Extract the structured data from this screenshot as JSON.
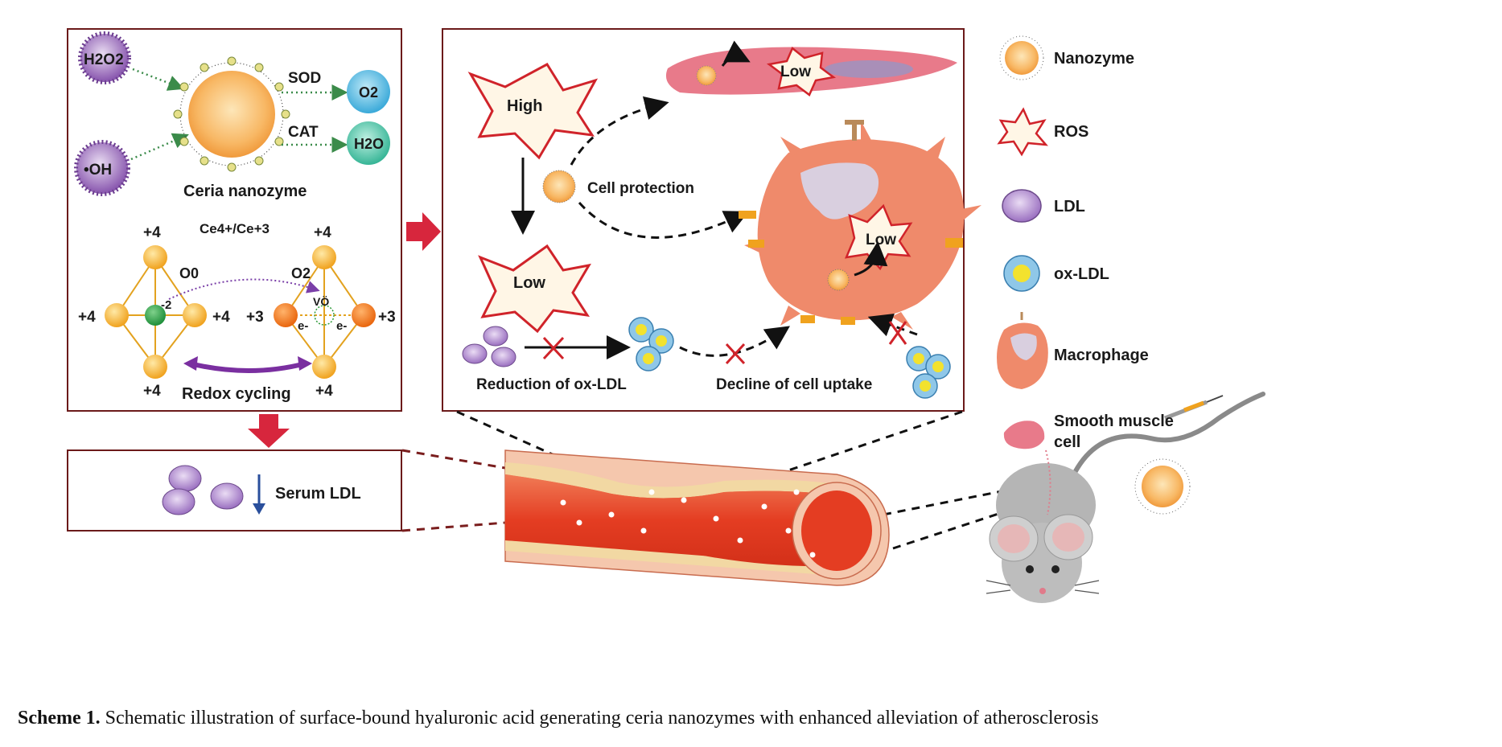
{
  "left_panel": {
    "h2o2": "H2O2",
    "oh": "•OH",
    "sod": "SOD",
    "cat": "CAT",
    "o2": "O2",
    "h2o": "H2O",
    "nanozyme_label": "Ceria nanozyme",
    "ce_ratio": "Ce4+/Ce+3",
    "plus4_a": "+4",
    "plus4_b": "+4",
    "plus4_c": "+4",
    "plus4_d": "+4",
    "plus4_e": "+4",
    "plus4_f": "+4",
    "plus3_a": "+3",
    "plus3_b": "+3",
    "o0": "O0",
    "o2_b": "O2",
    "minus2": "-2",
    "vo": "VÖ",
    "e1": "e-",
    "e2": "e-",
    "redox": "Redox cycling"
  },
  "right_panel": {
    "high": "High",
    "low_a": "Low",
    "low_b": "Low",
    "low_c": "Low",
    "cell_protection": "Cell protection",
    "reduction": "Reduction of ox-LDL",
    "decline": "Decline of cell uptake"
  },
  "bottom_panel": {
    "serum_ldl": "Serum LDL"
  },
  "legend": {
    "nanozyme": "Nanozyme",
    "ros": "ROS",
    "ldl": "LDL",
    "oxldl": "ox-LDL",
    "macrophage": "Macrophage",
    "smc_1": "Smooth muscle",
    "smc_2": "cell"
  },
  "caption": {
    "label": "Scheme 1.",
    "text": "Schematic illustration of surface-bound hyaluronic acid generating ceria nanozymes with enhanced alleviation of atherosclerosis"
  },
  "colors": {
    "panel_border": "#6b1a1a",
    "arrow_red": "#d7263d",
    "nanozyme_core": "#f7a54b",
    "ros_stroke": "#d0232a",
    "ldl": "#b48ad0",
    "macrophage": "#ef8a6b",
    "smc": "#e87a8a",
    "vessel": "#e8432e"
  }
}
